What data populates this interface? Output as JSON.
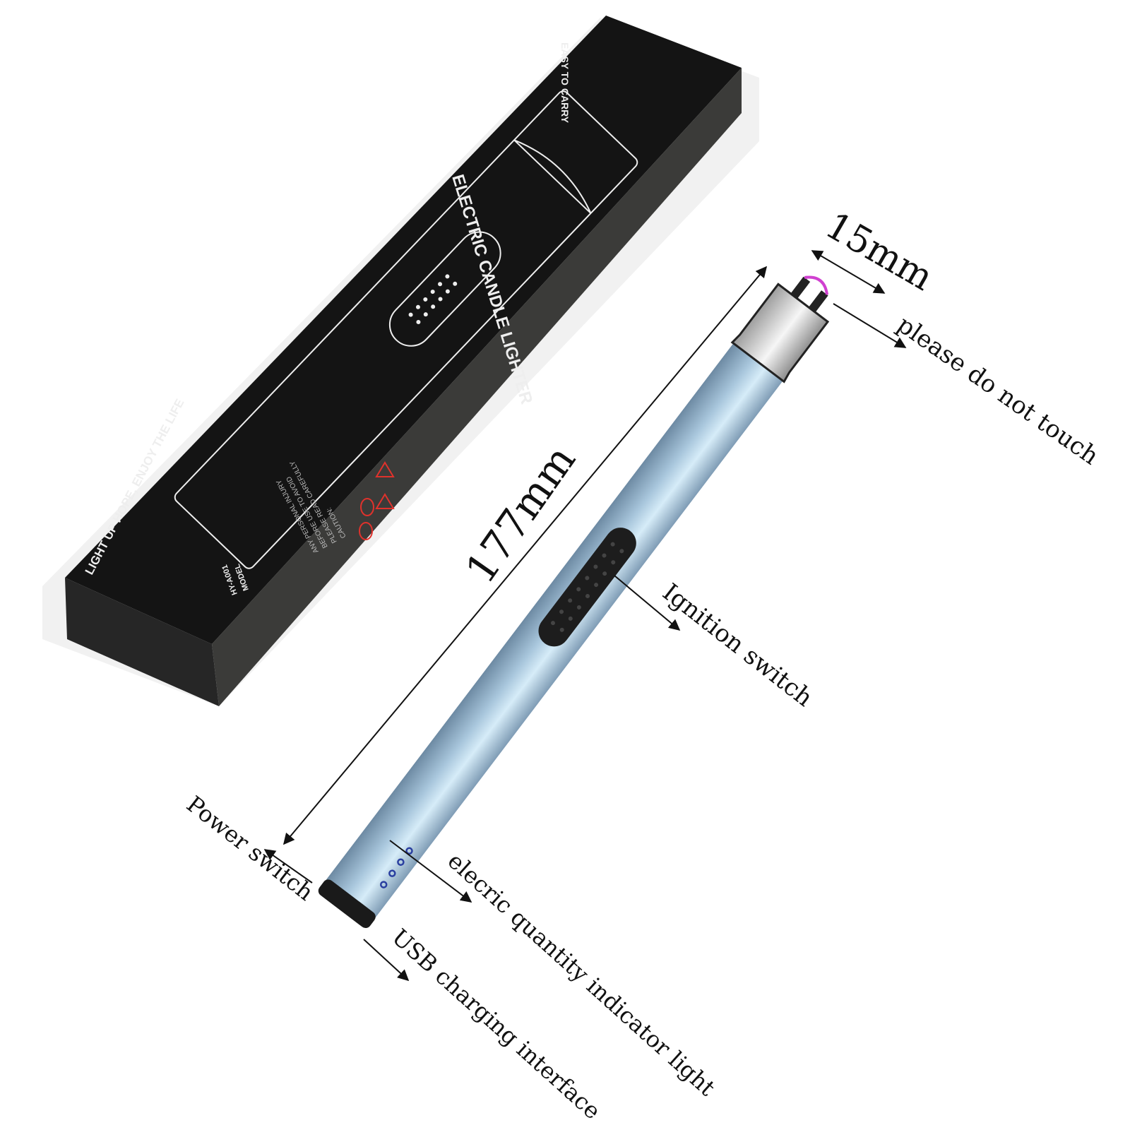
{
  "box": {
    "side_top_text": "EASY TO CARRY",
    "title": "ELECTRIC CANDLE LIGHTER",
    "slogan": "LIGHT UP HOPE, ENJOY THE LIFE",
    "model_label": "MODEL",
    "model_number": "HY-A001",
    "caution_lines": [
      "CAUTION:",
      "PLEASE READ CAREFULLY",
      "BEFORE USE TO AVOID",
      "ANY PERSONAL INJURY"
    ],
    "colors": {
      "box": "#151515",
      "side": "#3a3a38",
      "warning": "#e0322c"
    }
  },
  "lighter": {
    "colors": {
      "body": "#a9c8de",
      "head": "#d8d8d8",
      "arc": "#d040d0",
      "indicator": "#2a3fa0"
    },
    "indicator_dots": 4
  },
  "annotations": {
    "width": "15mm",
    "tip_warning": "please do not touch",
    "length": "177mm",
    "ignition": "Ignition switch",
    "power": "Power switch",
    "indicator": "elecric quantity indicator light",
    "usb": "USB charging interface"
  }
}
